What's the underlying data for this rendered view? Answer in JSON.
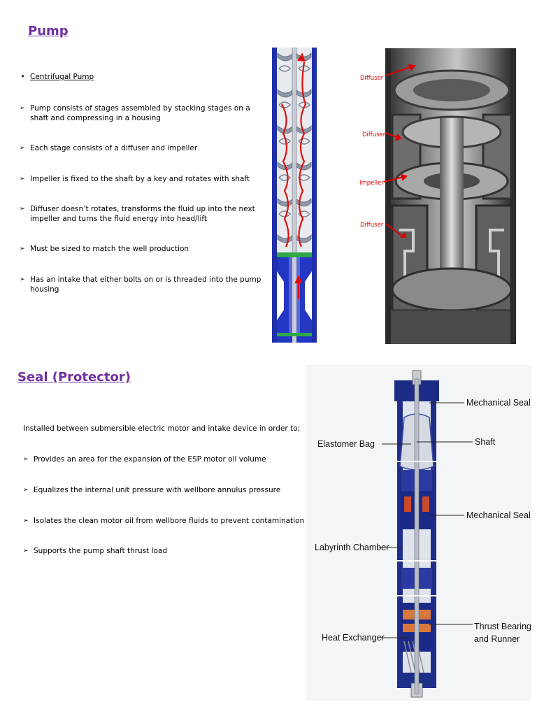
{
  "pump": {
    "title": "Pump ",
    "subtitle": "Centrifugal Pump ",
    "points": [
      "Pump consists of stages assembled by stacking stages on a shaft and compressing in a housing",
      "Each stage consists of a diffuser and impeller",
      "Impeller is fixed to the shaft by a key and rotates with shaft",
      "Diffuser doesn’t rotates,  transforms the fluid up into the next impeller and turns the fluid energy into head/lift",
      "Must be sized to match the well production",
      "Has an intake that either bolts on or is threaded into the pump housing"
    ],
    "photo_labels": [
      "Diffuser",
      "Diffuser",
      "Impeller",
      "Diffuser"
    ]
  },
  "seal": {
    "title": "Seal (Protector)",
    "intro": "Installed between submersible electric motor and intake device in order to;",
    "points": [
      "Provides an area for the expansion of the ESP motor oil volume",
      "Equalizes the internal unit pressure with wellbore annulus pressure",
      "Isolates the clean motor oil from wellbore fluids to prevent contamination",
      "Supports the pump shaft thrust load"
    ],
    "diagram_labels": {
      "mech_seal_top": "Mechanical Seal",
      "elastomer_bag": "Elastomer Bag",
      "shaft": "Shaft",
      "mech_seal_mid": "Mechanical Seal",
      "labyrinth": "Labyrinth Chamber",
      "thrust_1": "Thrust Bearing",
      "thrust_2": "and Runner",
      "heat_exchanger": "Heat Exchanger"
    }
  },
  "colors": {
    "heading": "#7030a0",
    "label_red": "#e00000",
    "blue": "#1e2fa8"
  }
}
